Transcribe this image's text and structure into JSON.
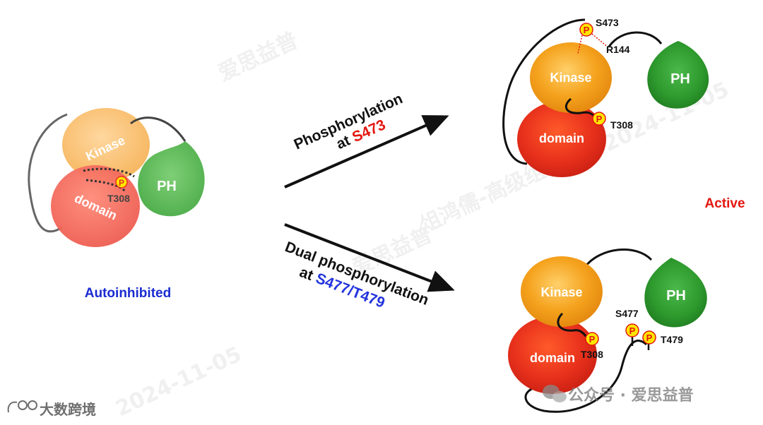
{
  "colors": {
    "kinase_orange": "#f5a31e",
    "domain_red": "#e8311c",
    "ph_green": "#2e9a2e",
    "phospho_yellow": "#ffe600",
    "active_red": "#e3170f",
    "autoinhibited_blue": "#1a2bd1",
    "highlight_blue": "#2233dd"
  },
  "left": {
    "kinase": "Kinase",
    "domain": "domain",
    "ph": "PH",
    "p": "P",
    "t308": "T308",
    "state": "Autoinhibited"
  },
  "arrow_top": {
    "line1": "Phosphorylation",
    "line2_prefix": "at ",
    "line2_site": "S473"
  },
  "arrow_bottom": {
    "line1": "Dual phosphorylation",
    "line2_prefix": "at ",
    "line2_site": "S477/T479"
  },
  "right_top": {
    "kinase": "Kinase",
    "domain": "domain",
    "ph": "PH",
    "p": "P",
    "s473": "S473",
    "r144": "R144",
    "t308": "T308",
    "state": "Active"
  },
  "right_bottom": {
    "kinase": "Kinase",
    "domain": "domain",
    "ph": "PH",
    "p": "P",
    "t308": "T308",
    "s477": "S477",
    "t479": "T479"
  },
  "watermarks": {
    "wechat": "公众号 · 爱思益普",
    "brand": "大数跨境",
    "bg1": "爱思益普",
    "bg2": "俎鸿儒-高级组长",
    "bg3": "2024-11-05"
  },
  "icons": [
    "wechat-icon",
    "brand-logo-icon"
  ]
}
